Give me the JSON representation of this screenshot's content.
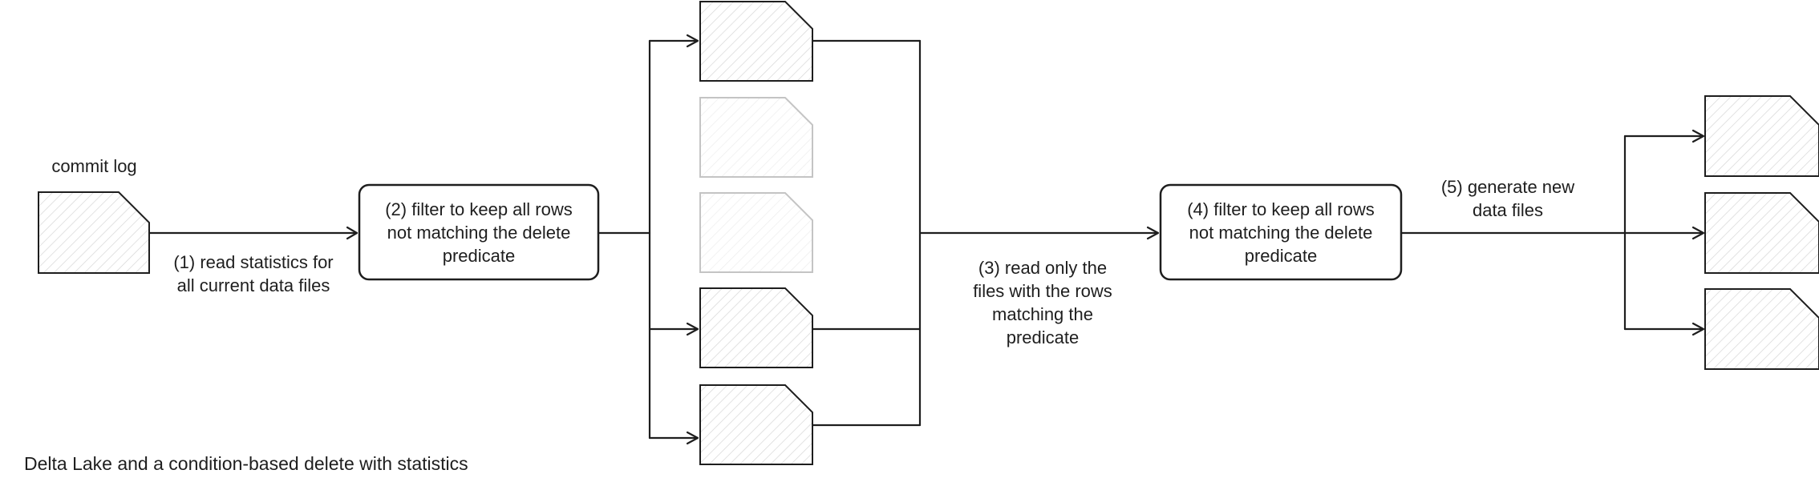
{
  "labels": {
    "commit_log": "commit log",
    "step1": [
      "(1) read statistics for",
      "all current data files"
    ],
    "step2": [
      "(2) filter to keep all rows",
      "not matching the delete",
      "predicate"
    ],
    "step3": [
      "(3) read only the",
      "files with the rows",
      "matching the",
      "predicate"
    ],
    "step4": [
      "(4) filter to keep all rows",
      "not matching the delete",
      "predicate"
    ],
    "step5": [
      "(5) generate new",
      "data files"
    ]
  },
  "caption": "Delta Lake and a condition-based delete with statistics",
  "files": {
    "commit_log": {
      "state": "active"
    },
    "source": [
      {
        "state": "matched"
      },
      {
        "state": "skipped"
      },
      {
        "state": "skipped"
      },
      {
        "state": "matched"
      },
      {
        "state": "matched"
      }
    ],
    "output": [
      {
        "state": "new"
      },
      {
        "state": "new"
      },
      {
        "state": "new"
      }
    ]
  },
  "colors": {
    "stroke": "#1e1e1e",
    "faded_stroke": "#c4c4c4",
    "hatch": "#d6d6d6",
    "faded_hatch": "#ededed",
    "text": "#1e1e1e"
  }
}
